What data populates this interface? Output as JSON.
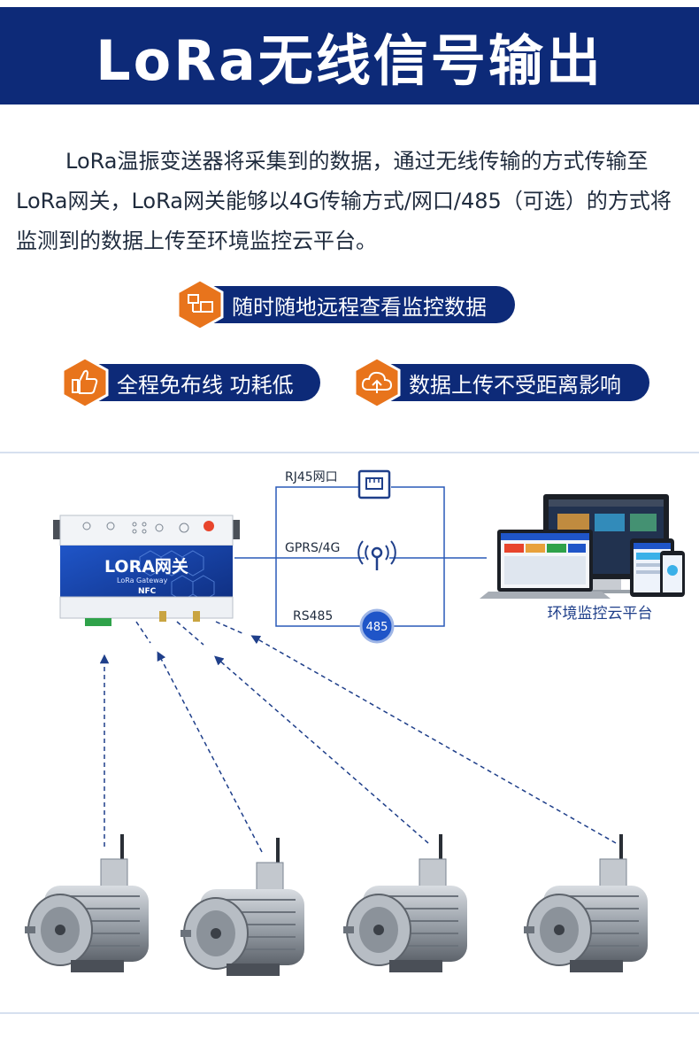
{
  "banner": {
    "title": "LoRa无线信号输出"
  },
  "intro": {
    "text": "LoRa温振变送器将采集到的数据，通过无线传输的方式传输至LoRa网关，LoRa网关能够以4G传输方式/网口/485（可选）的方式将监测到的数据上传至环境监控云平台。"
  },
  "features": [
    {
      "label": "随时随地远程查看监控数据",
      "icon": "monitor-icon"
    },
    {
      "label": "全程免布线  功耗低",
      "icon": "thumbs-up-icon"
    },
    {
      "label": "数据上传不受距离影响",
      "icon": "cloud-upload-icon"
    }
  ],
  "diagram": {
    "gateway": {
      "title": "LORA网关",
      "subtitle": "LoRa Gateway",
      "nfc": "NFC"
    },
    "links": [
      {
        "label": "RJ45网口",
        "icon": "ethernet-port-icon"
      },
      {
        "label": "GPRS/4G",
        "icon": "antenna-icon"
      },
      {
        "label": "RS485",
        "badge": "485"
      }
    ],
    "platform": {
      "label": "环境监控云平台"
    },
    "sensors_icon": "motor-with-sensor-icon",
    "colors": {
      "navy": "#0d2a78",
      "accent_orange": "#e8741c",
      "link_blue": "#2a5ab8"
    }
  }
}
